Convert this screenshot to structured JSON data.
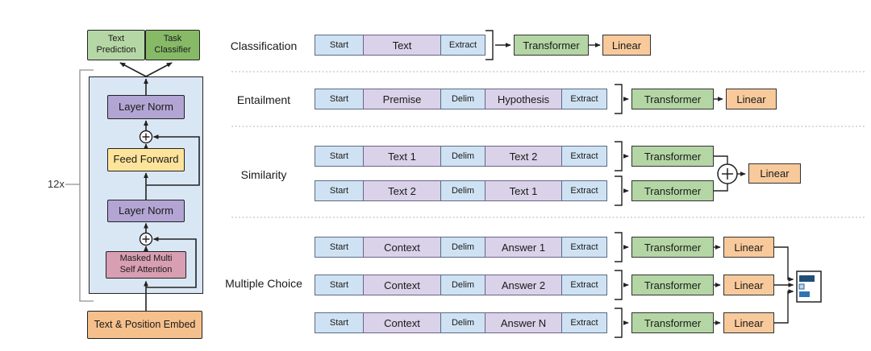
{
  "left_panel": {
    "repeat_label": "12x",
    "heads": {
      "text_prediction": "Text Prediction",
      "task_classifier": "Task Classifier"
    },
    "blocks": {
      "layer_norm_top": "Layer Norm",
      "feed_forward": "Feed Forward",
      "layer_norm_bottom": "Layer Norm",
      "masked_attention": "Masked Multi Self Attention",
      "embed": "Text & Position Embed"
    }
  },
  "labels": {
    "transformer": "Transformer",
    "linear": "Linear",
    "merge_icon": "plus-circle"
  },
  "tasks": [
    {
      "label": "Classification",
      "rows": [
        {
          "tokens": [
            "Start",
            "Text",
            "Extract"
          ]
        }
      ]
    },
    {
      "label": "Entailment",
      "rows": [
        {
          "tokens": [
            "Start",
            "Premise",
            "Delim",
            "Hypothesis",
            "Extract"
          ]
        }
      ]
    },
    {
      "label": "Similarity",
      "rows": [
        {
          "tokens": [
            "Start",
            "Text 1",
            "Delim",
            "Text 2",
            "Extract"
          ]
        },
        {
          "tokens": [
            "Start",
            "Text 2",
            "Delim",
            "Text 1",
            "Extract"
          ]
        }
      ]
    },
    {
      "label": "Multiple Choice",
      "rows": [
        {
          "tokens": [
            "Start",
            "Context",
            "Delim",
            "Answer 1",
            "Extract"
          ]
        },
        {
          "tokens": [
            "Start",
            "Context",
            "Delim",
            "Answer 2",
            "Extract"
          ]
        },
        {
          "tokens": [
            "Start",
            "Context",
            "Delim",
            "Answer N",
            "Extract"
          ]
        }
      ]
    }
  ],
  "colors": {
    "token_special": "#cfe2f3",
    "token_content": "#d9d2e9",
    "transformer": "#b3d6a4",
    "linear": "#f8c99b",
    "container": "#d9e7f5",
    "layer_norm": "#b2a5d3",
    "feed_forward": "#fee49b",
    "attention": "#d89fb2",
    "embed": "#f5c08c",
    "text_prediction": "#b5d7a5",
    "task_classifier": "#87ba66",
    "bar_dark": "#1f4e79",
    "bar_mid": "#2e74b5",
    "bar_light": "#bdd7ee"
  }
}
